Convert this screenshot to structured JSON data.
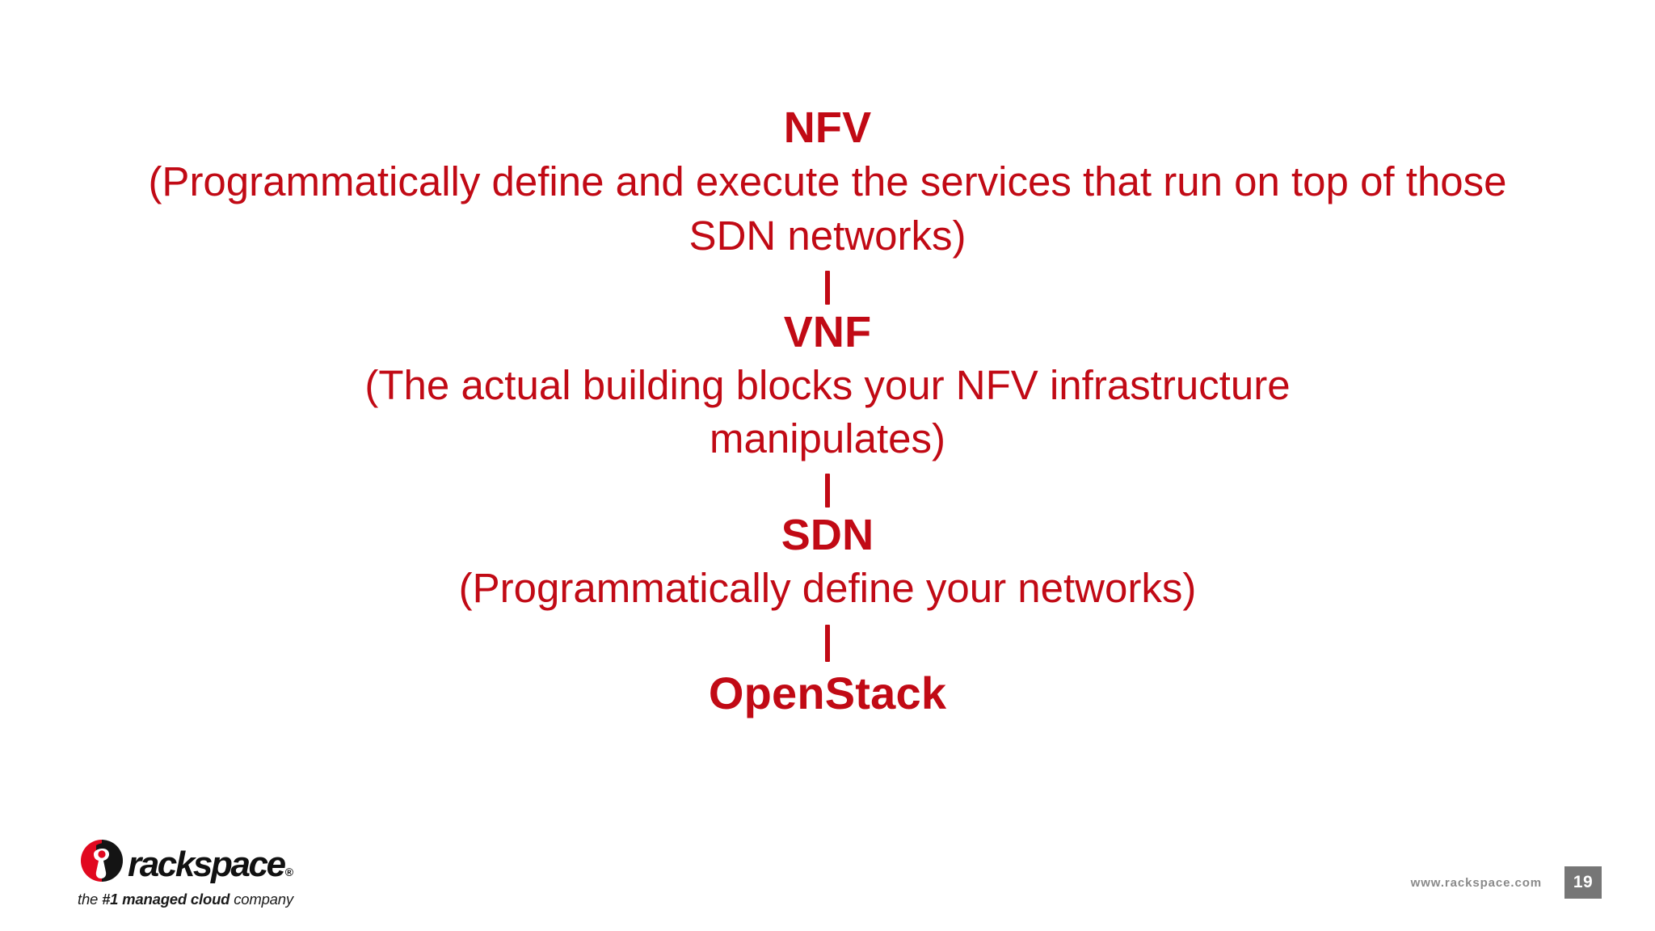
{
  "slide": {
    "background_color": "#FFFFFF",
    "accent_color": "#C10A15",
    "page_number": "19"
  },
  "diagram": {
    "type": "vertical-hierarchy",
    "connector_glyph": "|",
    "levels": [
      {
        "title": "NFV",
        "description": "(Programmatically define and execute the services that run on top of those SDN networks)"
      },
      {
        "title": "VNF",
        "description": "(The actual building blocks your NFV infrastructure manipulates)"
      },
      {
        "title": "SDN",
        "description": "(Programmatically define your networks)"
      },
      {
        "title": "OpenStack",
        "description": ""
      }
    ]
  },
  "footer": {
    "logo": {
      "wordmark": "rackspace",
      "registered_mark": "®",
      "tagline_prefix": "the ",
      "tagline_bold": "#1 managed cloud",
      "tagline_suffix": " company",
      "mark_red": "#E1081F",
      "mark_black": "#141414"
    },
    "url": "www.rackspace.com",
    "page_number": "19"
  }
}
